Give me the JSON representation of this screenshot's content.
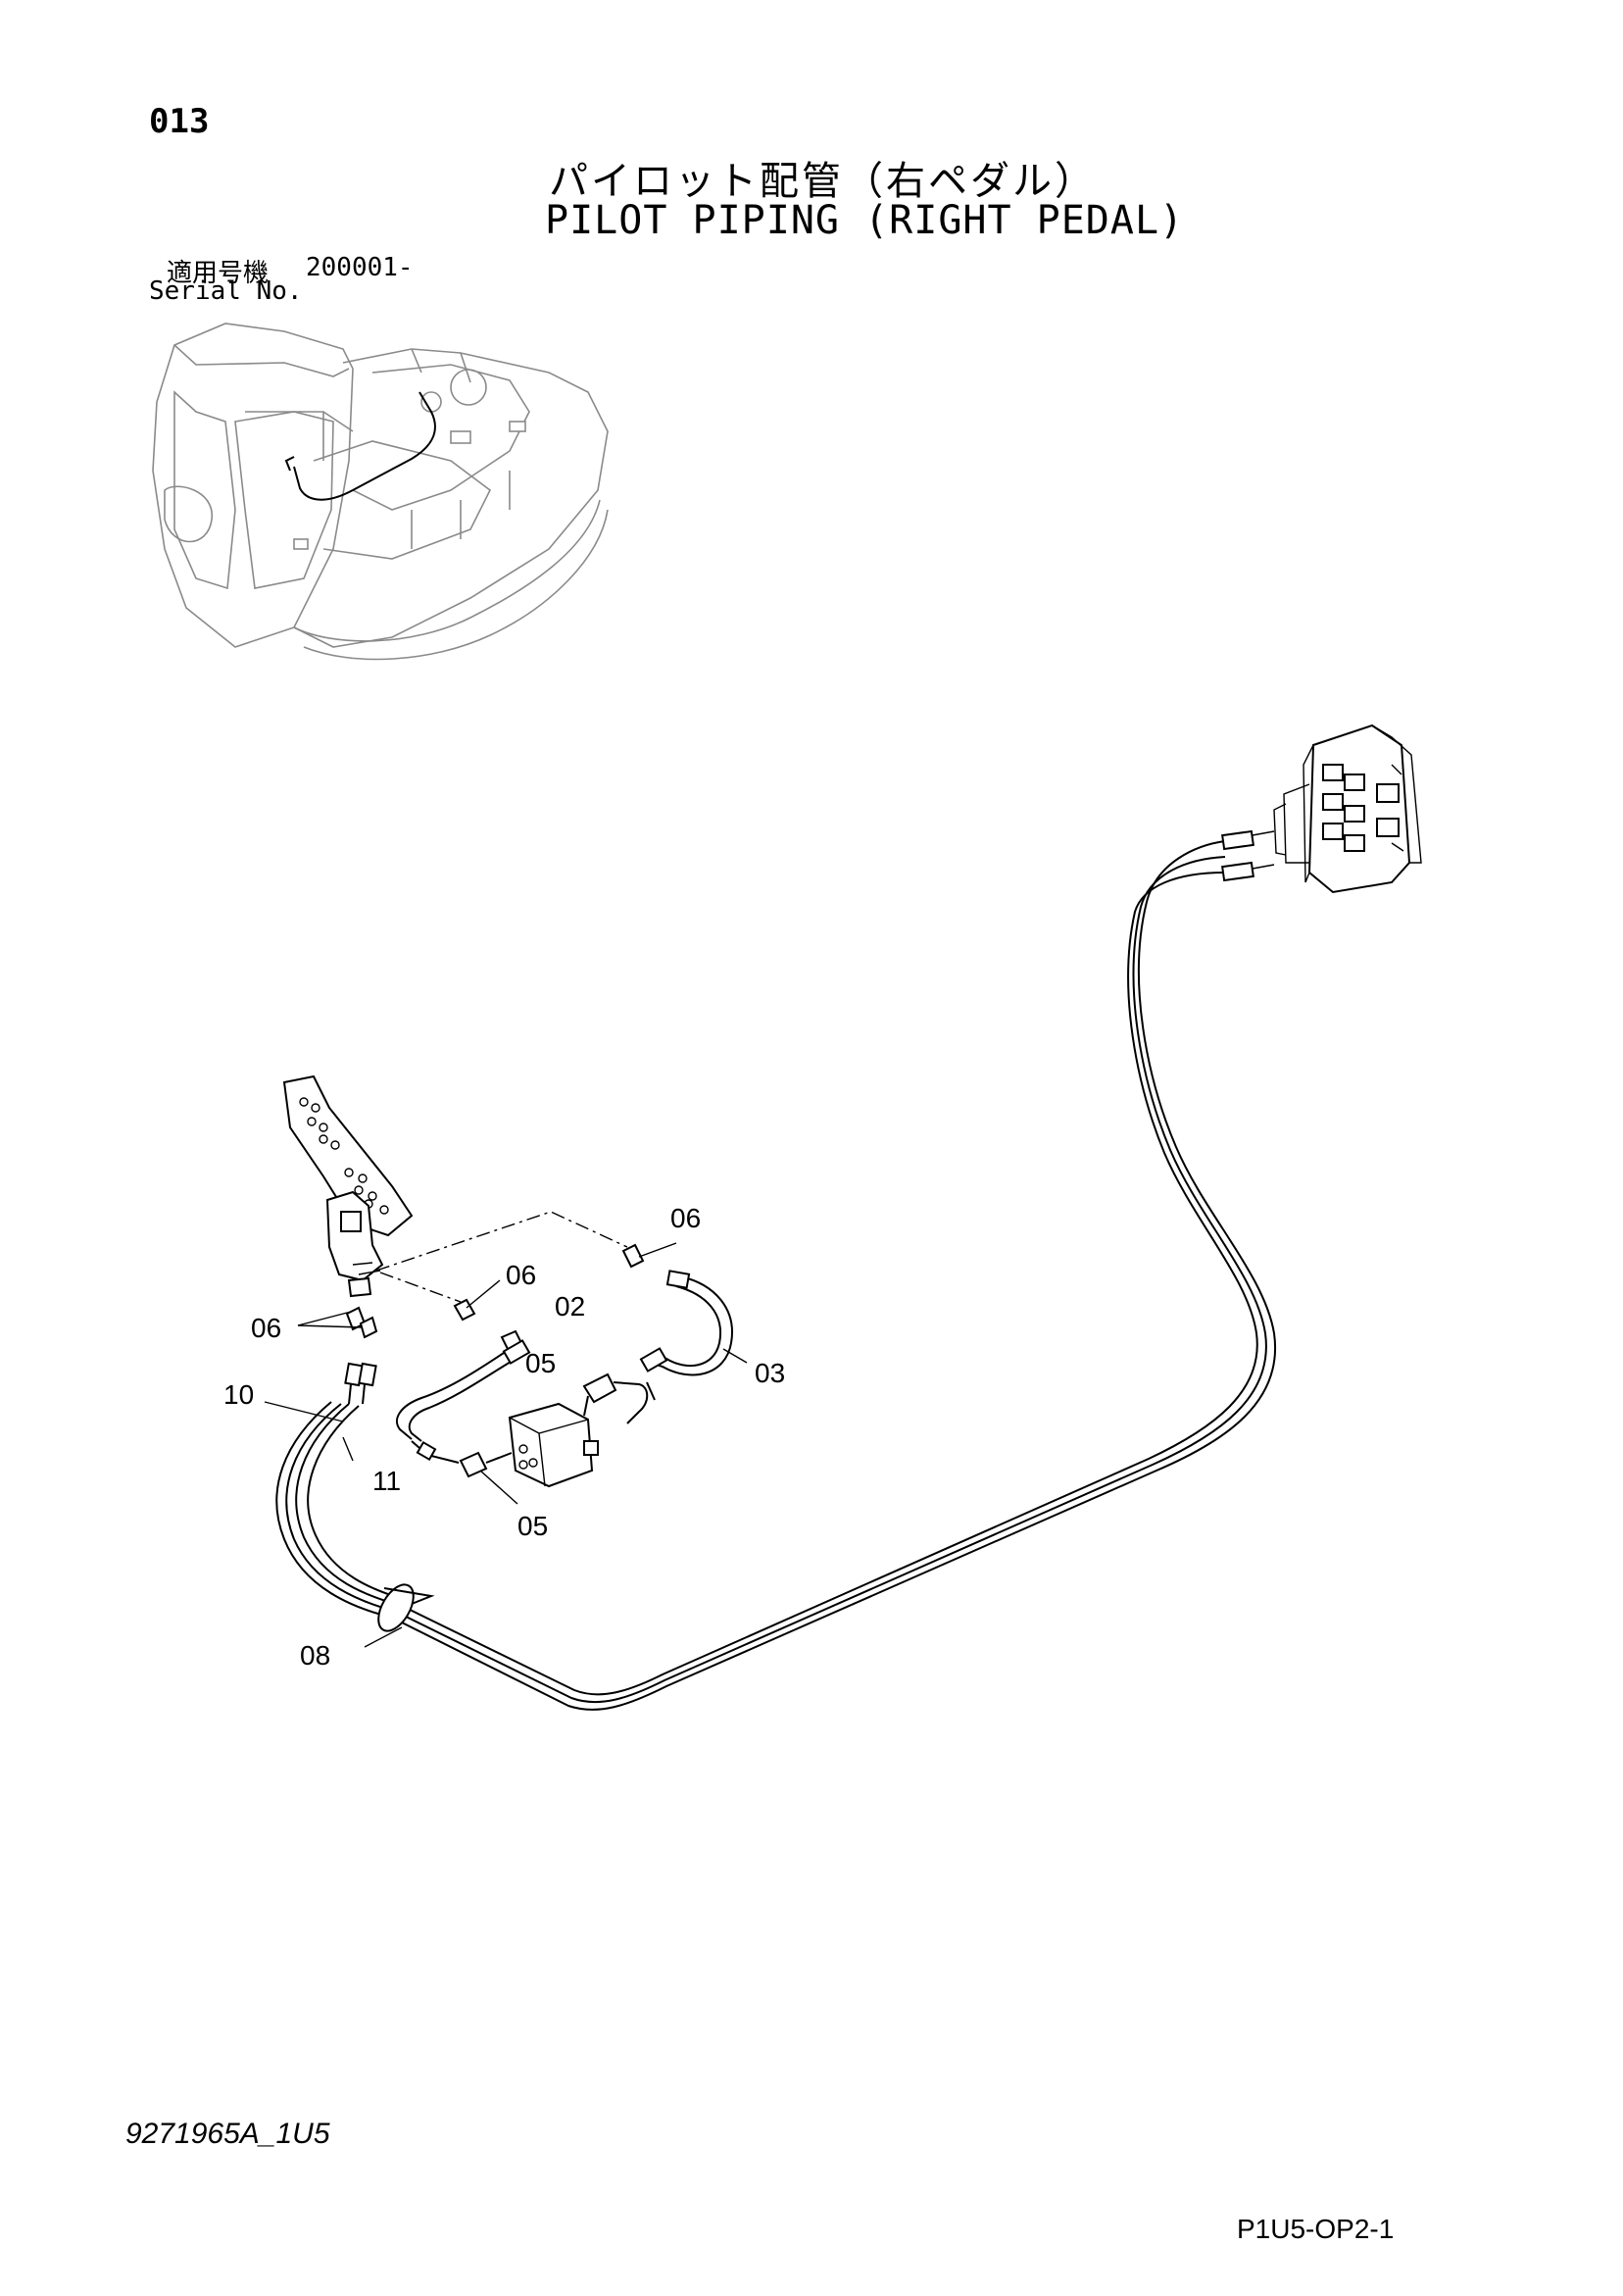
{
  "header": {
    "page_number": "013",
    "title_jp": "パイロット配管（右ペダル）",
    "title_en": "PILOT PIPING (RIGHT PEDAL)"
  },
  "serial": {
    "label_jp": "適用号機",
    "value": "200001-",
    "label_en": "Serial No."
  },
  "callouts": [
    {
      "id": "c1",
      "text": "06"
    },
    {
      "id": "c2",
      "text": "06"
    },
    {
      "id": "c3",
      "text": "02"
    },
    {
      "id": "c4",
      "text": "05"
    },
    {
      "id": "c5",
      "text": "03"
    },
    {
      "id": "c6",
      "text": "06"
    },
    {
      "id": "c7",
      "text": "10"
    },
    {
      "id": "c8",
      "text": "11"
    },
    {
      "id": "c9",
      "text": "05"
    },
    {
      "id": "c10",
      "text": "08"
    }
  ],
  "footer": {
    "doc_code": "9271965A_1U5",
    "page_code": "P1U5-OP2-1"
  }
}
